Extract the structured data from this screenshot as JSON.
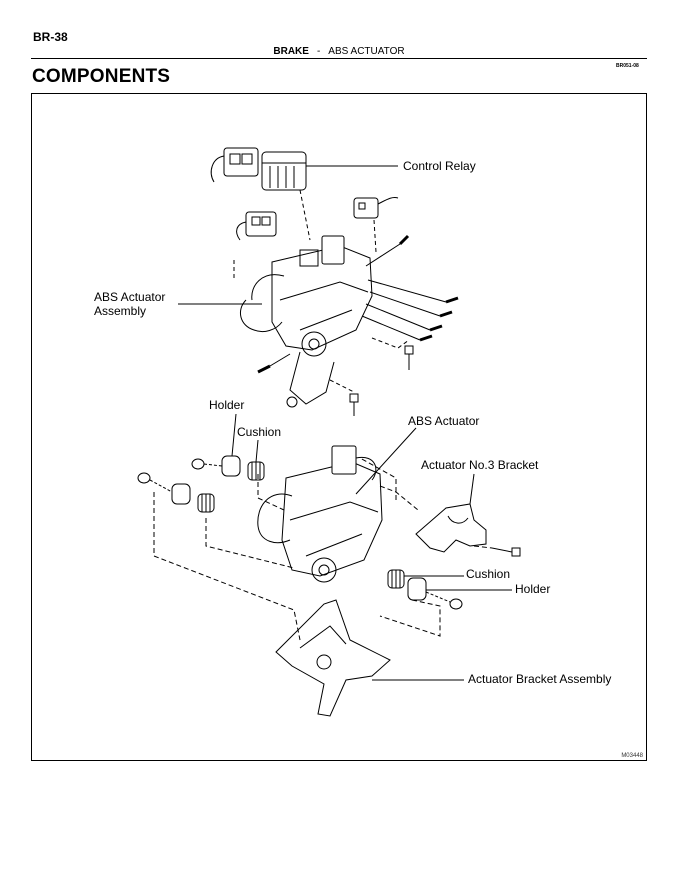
{
  "page": {
    "number": "BR-38",
    "section": "BRAKE",
    "separator": "-",
    "subsection": "ABS ACTUATOR",
    "code": "BR051-08"
  },
  "title": "COMPONENTS",
  "figure": {
    "id": "M03448",
    "labels": {
      "control_relay": "Control Relay",
      "abs_actuator_assembly_line1": "ABS Actuator",
      "abs_actuator_assembly_line2": "Assembly",
      "holder_top": "Holder",
      "cushion_top": "Cushion",
      "abs_actuator": "ABS Actuator",
      "actuator_no3_bracket": "Actuator No.3 Bracket",
      "cushion_bottom": "Cushion",
      "holder_bottom": "Holder",
      "actuator_bracket_assembly": "Actuator Bracket Assembly"
    }
  }
}
